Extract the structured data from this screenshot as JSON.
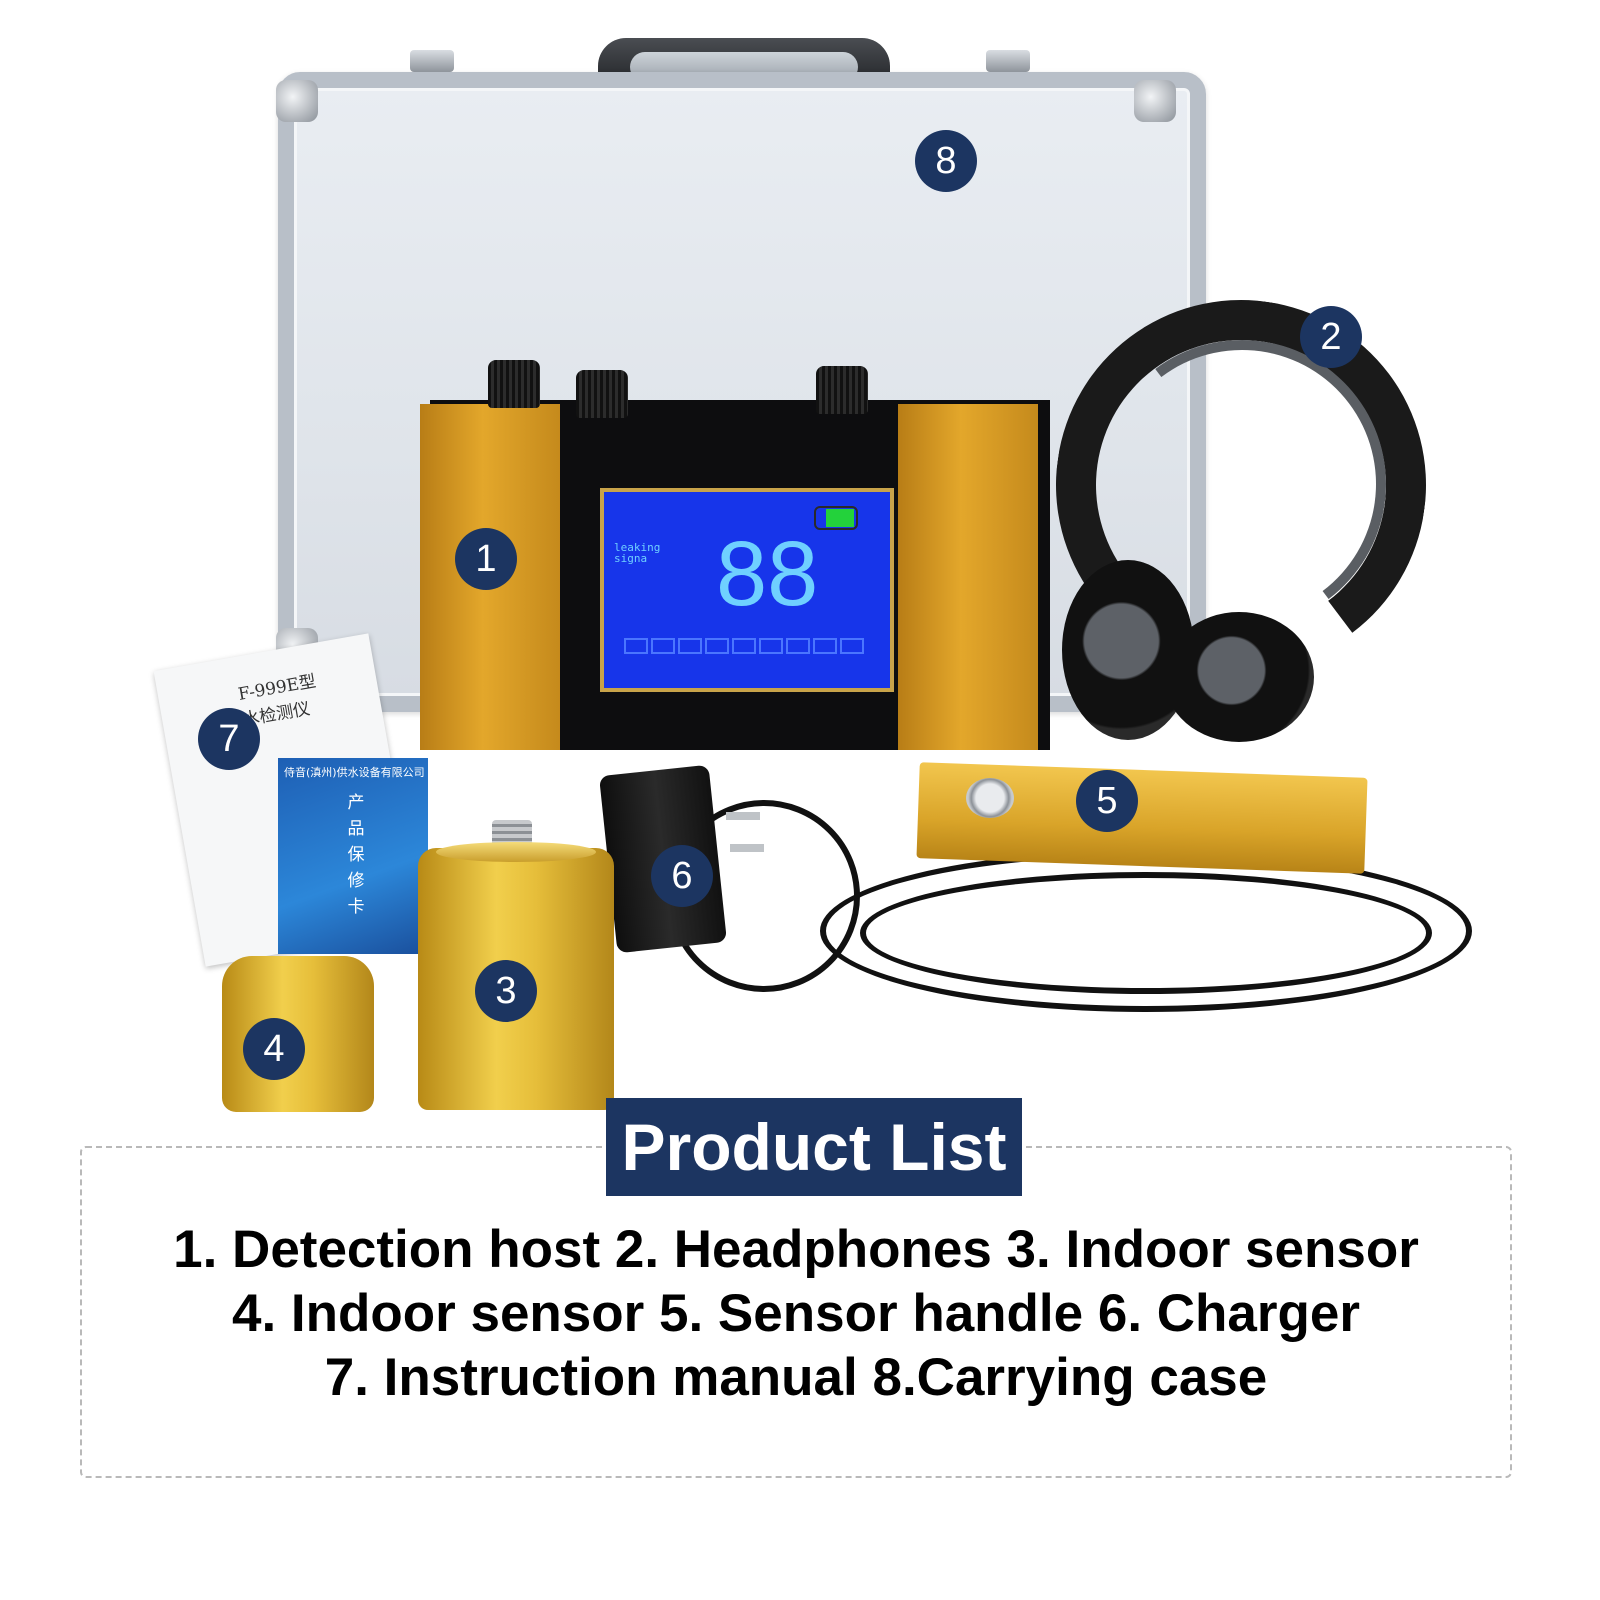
{
  "callouts": [
    "1",
    "2",
    "3",
    "4",
    "5",
    "6",
    "7",
    "8"
  ],
  "device_screen": {
    "label": "leaking signa",
    "value": "88",
    "segment_count": 9
  },
  "manual": {
    "lines": [
      "F-999E型",
      "水检测仪"
    ]
  },
  "warranty_card": {
    "title": "侍音(滇州)供水设备有限公司",
    "vertical_text": "产品保修卡"
  },
  "product_list": {
    "title": "Product List",
    "lines": [
      "1. Detection host 2. Headphones 3. Indoor sensor",
      "4. Indoor sensor 5. Sensor handle 6. Charger",
      "7. Instruction manual 8.Carrying case"
    ]
  },
  "colors": {
    "badge_navy": "#1c3561",
    "host_gold": "#e3a72b",
    "screen_blue": "#1735ea",
    "screen_digits": "#6fd0ff"
  }
}
